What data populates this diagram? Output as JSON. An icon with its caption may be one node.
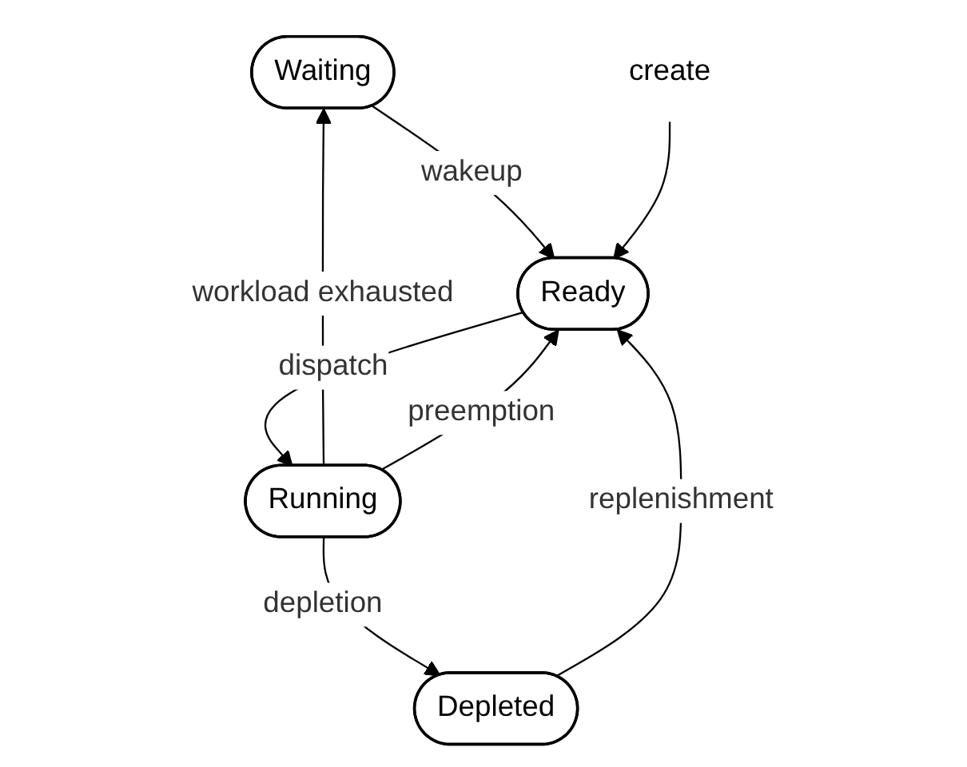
{
  "diagram": {
    "nodes": [
      {
        "text": [
          "Waiting"
        ]
      },
      {
        "text": [
          "create"
        ]
      },
      {
        "text": [
          "Ready"
        ]
      },
      {
        "text": [
          "Running"
        ]
      },
      {
        "text": [
          "Depleted"
        ]
      }
    ],
    "edges": [
      {
        "from": 0,
        "to": 2,
        "arrow": "to",
        "label": "wakeup"
      },
      {
        "from": 3,
        "to": 0,
        "arrow": "to",
        "label": "workload exhausted"
      },
      {
        "from": 2,
        "to": 3,
        "arrow": "to",
        "label": "dispatch"
      },
      {
        "from": 3,
        "to": 2,
        "arrow": "to",
        "label": "preemption"
      },
      {
        "from": 3,
        "to": 4,
        "arrow": "to",
        "label": "depletion"
      },
      {
        "from": 4,
        "to": 2,
        "arrow": "to",
        "label": "replenishment"
      },
      {
        "from": 1,
        "to": 2,
        "arrow": "to"
      }
    ]
  }
}
